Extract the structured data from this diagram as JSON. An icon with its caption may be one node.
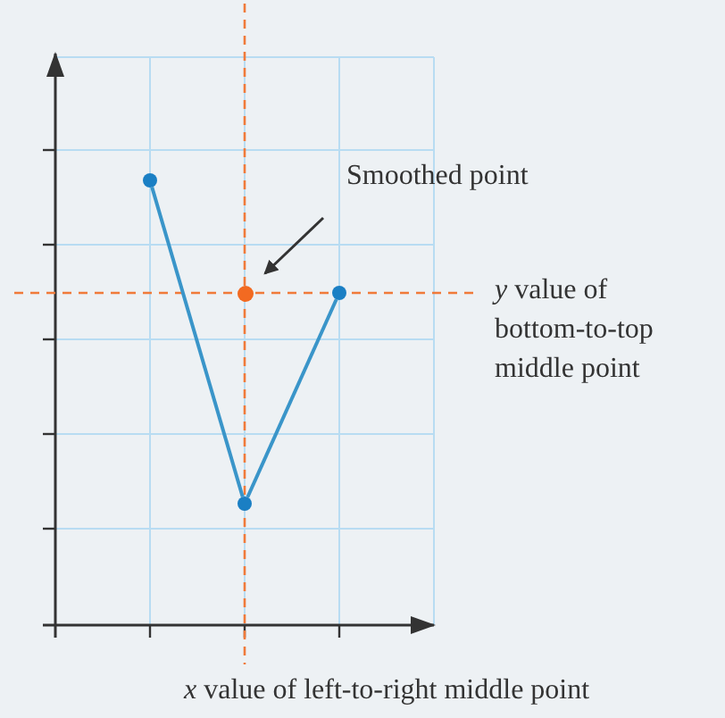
{
  "diagram": {
    "nodes": [
      {
        "text": [
          "Smoothed point"
        ]
      },
      {
        "text": [],
        "shape": "circle"
      },
      {
        "text": [],
        "shape": "circle"
      },
      {
        "text": [],
        "shape": "circle"
      },
      {
        "text": [],
        "shape": "circle"
      }
    ],
    "edges": [
      {
        "from": 0,
        "to": 1,
        "arrow": "to",
        "color": "#333333"
      },
      {
        "from": 2,
        "to": 3,
        "arrow": "none"
      },
      {
        "from": 3,
        "to": 4,
        "arrow": "none"
      }
    ],
    "labels": [
      "*y* value of bottom-to-top middle point",
      "*x* value of left-to-right middle point"
    ]
  }
}
